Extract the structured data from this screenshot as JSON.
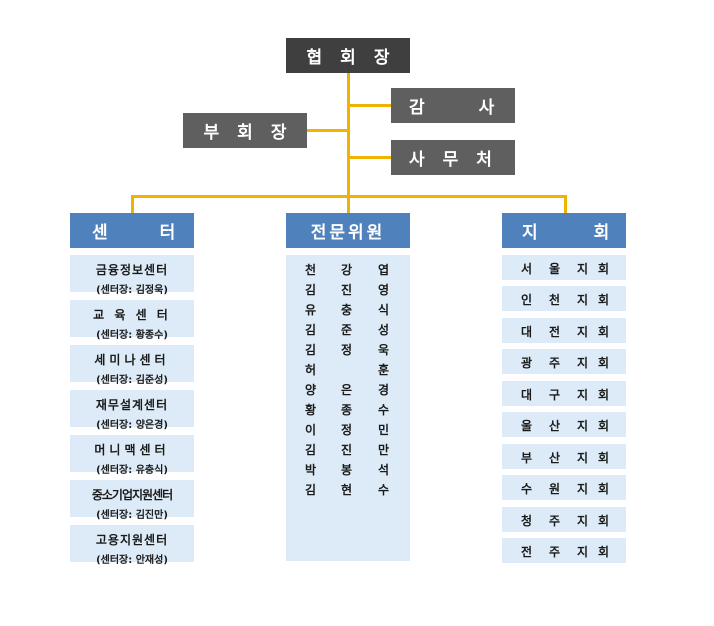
{
  "top": {
    "president": [
      "협",
      "회",
      "장"
    ],
    "vice_president": [
      "부",
      "회",
      "장"
    ],
    "auditor": [
      "감",
      "사"
    ],
    "secretariat": [
      "사",
      "무",
      "처"
    ]
  },
  "columns": {
    "centers": {
      "header": [
        "센",
        "터"
      ],
      "items": [
        {
          "name": "금융정보센터",
          "head": "(센터장: 김정욱)"
        },
        {
          "name": "교 육 센 터",
          "head": "(센터장: 황종수)"
        },
        {
          "name": "세미나센터",
          "head": "(센터장: 김준성)"
        },
        {
          "name": "재무설계센터",
          "head": "(센터장: 양은경)"
        },
        {
          "name": "머니맥센터",
          "head": "(센터장: 유충식)"
        },
        {
          "name": "중소기업지원센터",
          "head": "(센터장: 김진만)"
        },
        {
          "name": "고용지원센터",
          "head": "(센터장: 안재성)"
        }
      ]
    },
    "committee": {
      "header": "전문위원",
      "members": [
        [
          "천",
          "강",
          "엽"
        ],
        [
          "김",
          "진",
          "영"
        ],
        [
          "유",
          "충",
          "식"
        ],
        [
          "김",
          "준",
          "성"
        ],
        [
          "김",
          "정",
          "욱"
        ],
        [
          "허",
          "",
          "훈"
        ],
        [
          "양",
          "은",
          "경"
        ],
        [
          "황",
          "종",
          "수"
        ],
        [
          "이",
          "정",
          "민"
        ],
        [
          "김",
          "진",
          "만"
        ],
        [
          "박",
          "봉",
          "석"
        ],
        [
          "김",
          "현",
          "수"
        ]
      ]
    },
    "branches": {
      "header": [
        "지",
        "회"
      ],
      "items": [
        [
          "서",
          "울",
          "지",
          "회"
        ],
        [
          "인",
          "천",
          "지",
          "회"
        ],
        [
          "대",
          "전",
          "지",
          "회"
        ],
        [
          "광",
          "주",
          "지",
          "회"
        ],
        [
          "대",
          "구",
          "지",
          "회"
        ],
        [
          "울",
          "산",
          "지",
          "회"
        ],
        [
          "부",
          "산",
          "지",
          "회"
        ],
        [
          "수",
          "원",
          "지",
          "회"
        ],
        [
          "청",
          "주",
          "지",
          "회"
        ],
        [
          "전",
          "주",
          "지",
          "회"
        ]
      ]
    }
  },
  "colors": {
    "dark_box": "#3f3f3f",
    "gray_box": "#5f5f5f",
    "connector": "#f0b400",
    "header_blue": "#4f81bd",
    "cell_blue": "#dcebf7"
  }
}
